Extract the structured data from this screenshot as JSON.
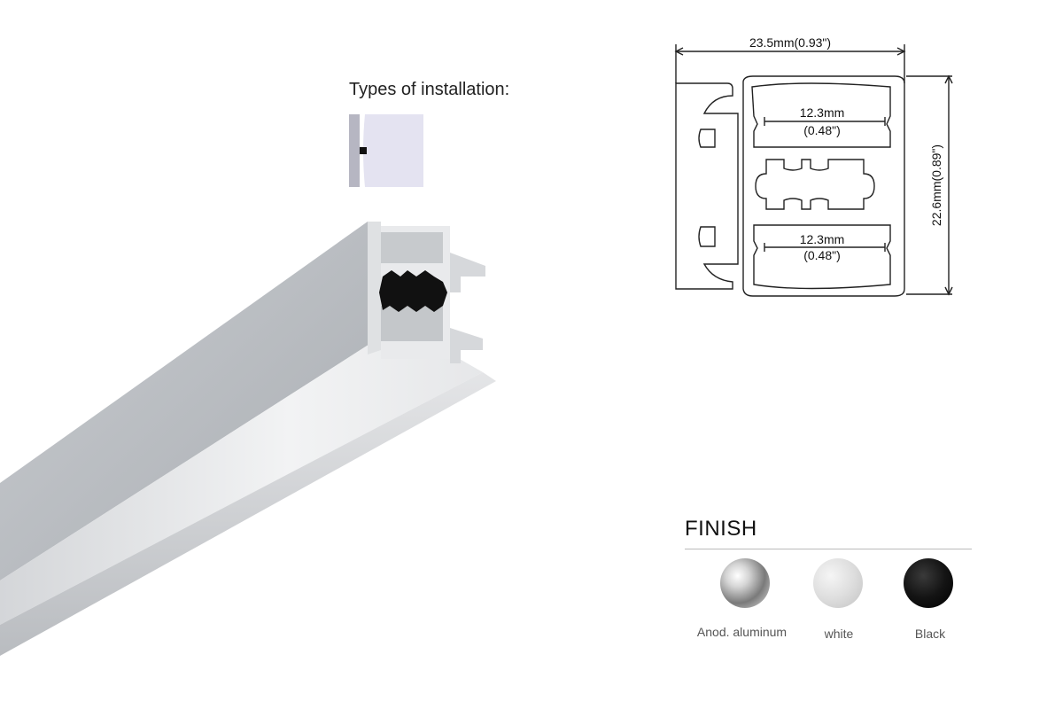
{
  "installation": {
    "title": "Types of installation:",
    "icon": "recessed-mount-icon"
  },
  "drawing": {
    "width_label": "23.5mm(0.93\")",
    "height_label": "22.6mm(0.89\")",
    "inner_upper_mm": "12.3mm",
    "inner_upper_in": "(0.48\")",
    "inner_lower_mm": "12.3mm",
    "inner_lower_in": "(0.48\")"
  },
  "finish": {
    "title": "FINISH",
    "options": [
      {
        "label": "Anod. aluminum",
        "color": "#c0c0c0"
      },
      {
        "label": "white",
        "color": "#dcdcdc"
      },
      {
        "label": "Black",
        "color": "#111111"
      }
    ]
  }
}
